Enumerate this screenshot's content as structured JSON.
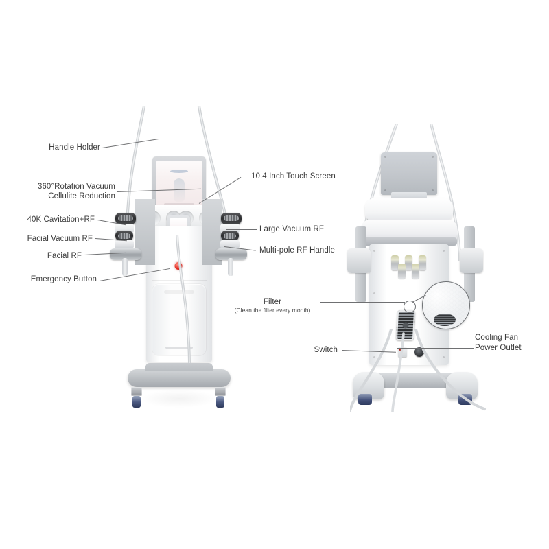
{
  "diagram": {
    "title": "Body Contouring Beauty Machine - Labeled Component Diagram",
    "background_color": "#ffffff",
    "label_color": "#3c3c3c",
    "leader_color": "#6f7072",
    "accent_red": "#d22a1e",
    "caster_blue": "#46537c"
  },
  "front_view": {
    "name": "front-machine",
    "labels_left": [
      {
        "id": "handle-holder",
        "text": "Handle Holder"
      },
      {
        "id": "rotation-vacuum",
        "text": "360°Rotation Vacuum",
        "text2": "Cellulite Reduction"
      },
      {
        "id": "cavitation-rf",
        "text": "40K Cavitation+RF"
      },
      {
        "id": "facial-vacuum-rf",
        "text": "Facial Vacuum RF"
      },
      {
        "id": "facial-rf",
        "text": "Facial RF"
      },
      {
        "id": "emergency-button",
        "text": "Emergency Button"
      }
    ],
    "labels_right": [
      {
        "id": "touch-screen",
        "text": "10.4 Inch Touch Screen"
      },
      {
        "id": "large-vacuum-rf",
        "text": "Large Vacuum RF"
      },
      {
        "id": "multi-pole-rf-handle",
        "text": "Multi-pole RF Handle"
      }
    ]
  },
  "rear_view": {
    "name": "rear-machine",
    "labels_left": [
      {
        "id": "filter",
        "text": "Filter",
        "sub": "(Clean the filter every month)"
      },
      {
        "id": "switch",
        "text": "Switch"
      }
    ],
    "labels_right": [
      {
        "id": "cooling-fan",
        "text": "Cooling Fan"
      },
      {
        "id": "power-outlet",
        "text": "Power Outlet"
      }
    ]
  }
}
